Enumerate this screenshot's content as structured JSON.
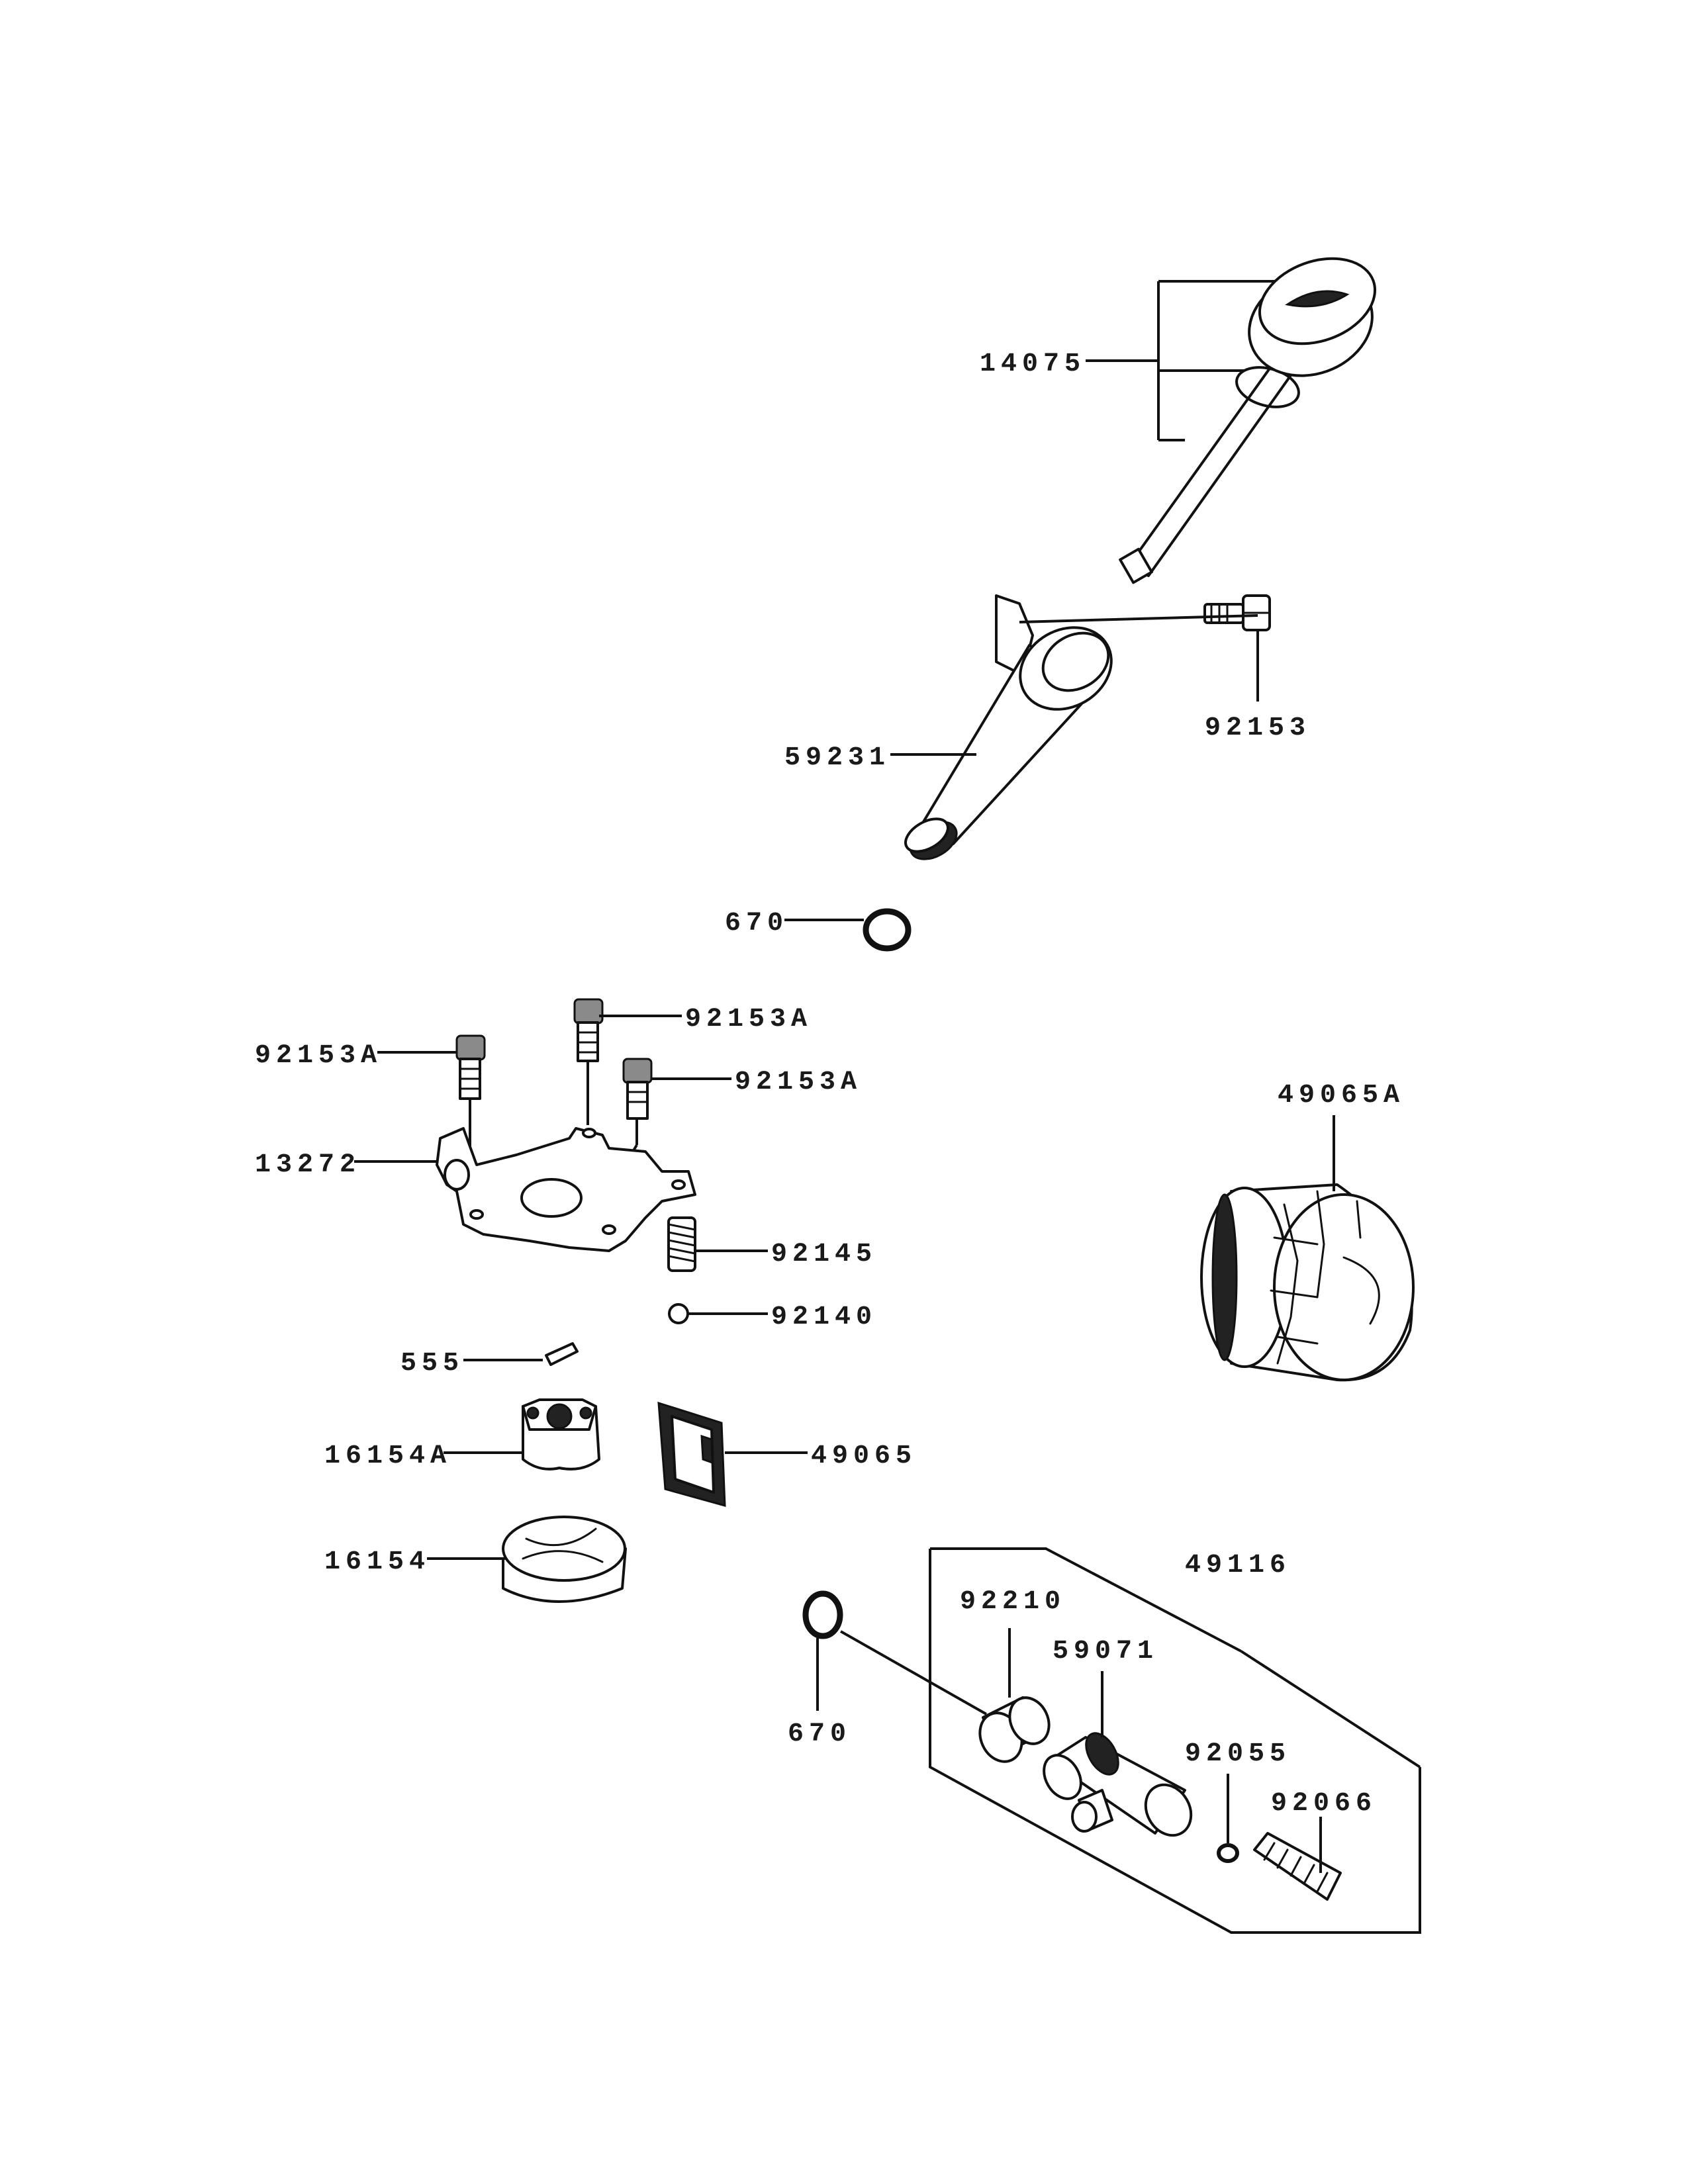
{
  "parts": {
    "p14075": "14075",
    "p92153": "92153",
    "p59231": "59231",
    "p670_top": "670",
    "p92153A_1": "92153A",
    "p92153A_2": "92153A",
    "p92153A_3": "92153A",
    "p13272": "13272",
    "p49065A": "49065A",
    "p92145": "92145",
    "p92140": "92140",
    "p555": "555",
    "p16154A": "16154A",
    "p49065": "49065",
    "p16154": "16154",
    "p49116": "49116",
    "p92210": "92210",
    "p59071": "59071",
    "p670_bottom": "670",
    "p92055": "92055",
    "p92066": "92066"
  }
}
